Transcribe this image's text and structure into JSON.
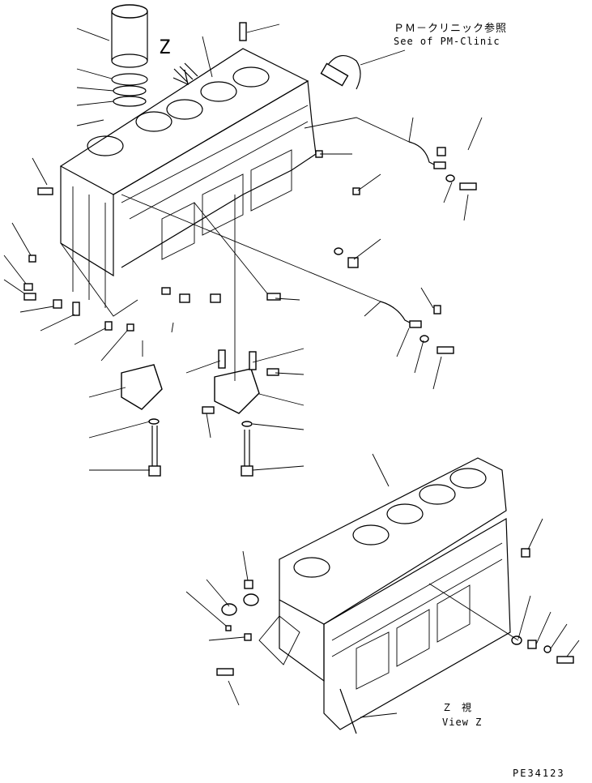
{
  "view_marker": "Z",
  "pm_note": {
    "jp": "ＰＭ－クリニック参照",
    "en": "See of PM-Clinic"
  },
  "view_z": {
    "jp": "Ｚ　視",
    "en": "View Z"
  },
  "figure_code": "PE34123"
}
